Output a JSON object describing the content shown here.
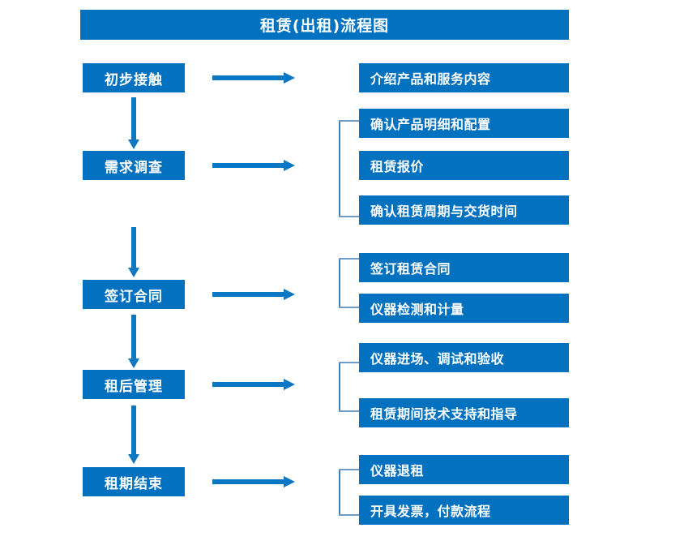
{
  "title": "租赁(出租)流程图",
  "colors": {
    "primary": "#0272c0",
    "arrow": "#0878c4",
    "bracket": "#3d7ebb",
    "bracket_tip": "#6d9ecb",
    "text": "#ffffff",
    "background": "#ffffff"
  },
  "stages": [
    {
      "label": "初步接触"
    },
    {
      "label": "需求调查"
    },
    {
      "label": "签订合同"
    },
    {
      "label": "租后管理"
    },
    {
      "label": "租期结束"
    }
  ],
  "details": [
    {
      "label": "介绍产品和服务内容"
    },
    {
      "label": "确认产品明细和配置"
    },
    {
      "label": "租赁报价"
    },
    {
      "label": "确认租赁周期与交货时间"
    },
    {
      "label": "签订租赁合同"
    },
    {
      "label": "仪器检测和计量"
    },
    {
      "label": "仪器进场、调试和验收"
    },
    {
      "label": "租赁期间技术支持和指导"
    },
    {
      "label": "仪器退租"
    },
    {
      "label": "开具发票，付款流程"
    }
  ],
  "groups": [
    {
      "stage": "需求调查",
      "details": [
        "确认产品明细和配置",
        "租赁报价",
        "确认租赁周期与交货时间"
      ]
    },
    {
      "stage": "签订合同",
      "details": [
        "签订租赁合同",
        "仪器检测和计量"
      ]
    },
    {
      "stage": "租后管理",
      "details": [
        "仪器进场、调试和验收",
        "租赁期间技术支持和指导"
      ]
    },
    {
      "stage": "租期结束",
      "details": [
        "仪器退租",
        "开具发票，付款流程"
      ]
    }
  ],
  "connectors": {
    "horizontal_arrow_count": 5,
    "vertical_arrow_count": 4,
    "bracket_count": 4
  }
}
